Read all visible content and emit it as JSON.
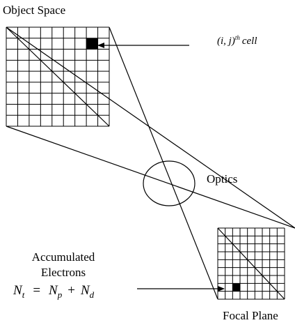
{
  "labels": {
    "object_space": "Object Space",
    "cell_prefix": "(i, j)",
    "cell_sup": "th",
    "cell_word": "cell",
    "optics": "Optics",
    "accumulated": "Accumulated",
    "electrons": "Electrons",
    "focal_plane": "Focal Plane"
  },
  "equation": {
    "lhs": "N",
    "lhs_sub": "t",
    "eq": "=",
    "term1": "N",
    "term1_sub": "p",
    "plus": "+",
    "term2": "N",
    "term2_sub": "d"
  },
  "object_grid": {
    "rows": 9,
    "cols": 9,
    "highlight_row": 1,
    "highlight_col": 7
  },
  "focal_grid": {
    "rows": 9,
    "cols": 9,
    "highlight_row": 7,
    "highlight_col": 2
  },
  "colors": {
    "line": "#000000",
    "background": "#ffffff",
    "cell_fill": "#000000"
  }
}
